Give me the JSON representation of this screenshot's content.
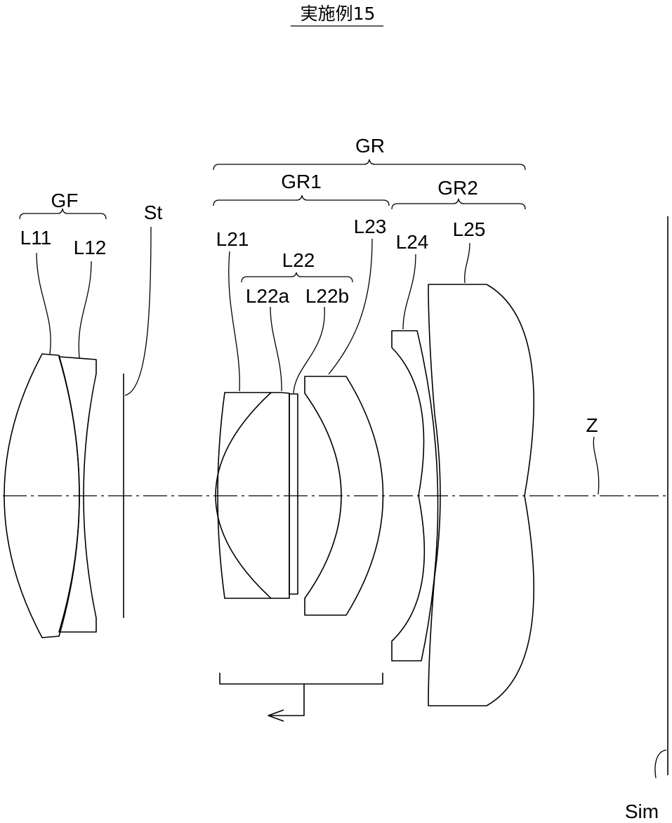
{
  "title": "実施例15",
  "labels": {
    "gf": "GF",
    "l11": "L11",
    "l12": "L12",
    "st": "St",
    "gr": "GR",
    "gr1": "GR1",
    "gr2": "GR2",
    "l21": "L21",
    "l22": "L22",
    "l22a": "L22a",
    "l22b": "L22b",
    "l23": "L23",
    "l24": "L24",
    "l25": "L25",
    "z": "Z",
    "sim": "Sim"
  }
}
